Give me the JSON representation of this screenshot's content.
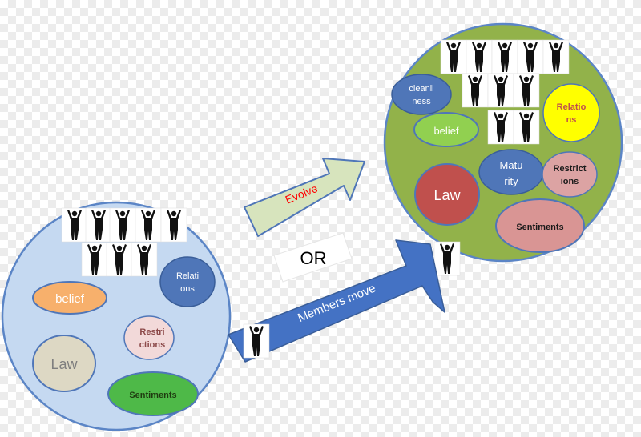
{
  "left_group": {
    "belief": "belief",
    "relations_line1": "Relati",
    "relations_line2": "ons",
    "restrictions_line1": "Restri",
    "restrictions_line2": "ctions",
    "law": "Law",
    "sentiments": "Sentiments",
    "members": 8
  },
  "right_group": {
    "cleanliness_line1": "cleanli",
    "cleanliness_line2": "ness",
    "belief": "belief",
    "relations_line1": "Relatio",
    "relations_line2": "ns",
    "maturity_line1": "Matu",
    "maturity_line2": "rity",
    "restrictions_line1": "Restrict",
    "restrictions_line2": "ions",
    "law": "Law",
    "sentiments": "Sentiments",
    "members": 11
  },
  "arrows": {
    "evolve": "Evolve",
    "or": "OR",
    "members_move": "Members move"
  },
  "colors": {
    "left_circle": "#c5d9f1",
    "right_circle": "#92b24a",
    "belief_fill": "#f7b06c",
    "relations_fill": "#4f76b8",
    "restrictions_fill": "#f2d9d9",
    "law_left_fill": "#ddd8c4",
    "sentiments_left_fill": "#4eb948",
    "cleanliness_fill": "#4f76b8",
    "belief_right_fill": "#91d050",
    "relations_right_fill": "#ffff00",
    "maturity_fill": "#4f76b8",
    "restrictions_right_fill": "#dca3a3",
    "law_right_fill": "#c0504d",
    "sentiments_right_fill": "#d99594",
    "evolve_arrow": "#d7e4bd",
    "members_arrow": "#4472c4",
    "evolve_text": "#ff0000"
  }
}
